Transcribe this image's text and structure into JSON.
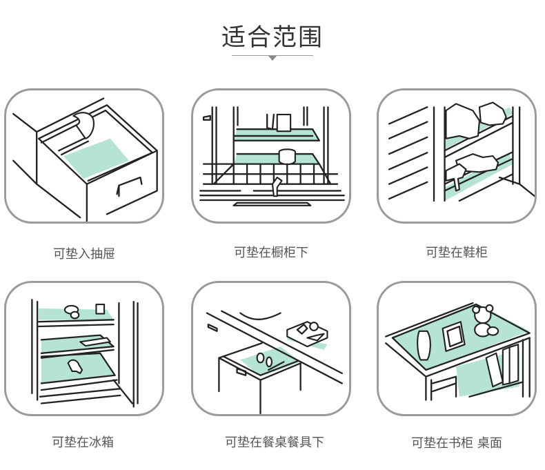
{
  "header": {
    "title": "适合范围"
  },
  "colors": {
    "accent_mint": "#b5e3d6",
    "card_border": "#9a9a9a",
    "text": "#555555"
  },
  "items": [
    {
      "label": "可垫入抽屉",
      "icon": "drawer-icon"
    },
    {
      "label": "可垫在橱柜下",
      "icon": "kitchen-cabinet-icon"
    },
    {
      "label": "可垫在鞋柜",
      "icon": "shoe-cabinet-icon"
    },
    {
      "label": "可垫在冰箱",
      "icon": "refrigerator-icon"
    },
    {
      "label": "可垫在餐桌餐具下",
      "icon": "dining-table-icon"
    },
    {
      "label": "可垫在书柜 桌面",
      "icon": "bookshelf-icon"
    }
  ]
}
